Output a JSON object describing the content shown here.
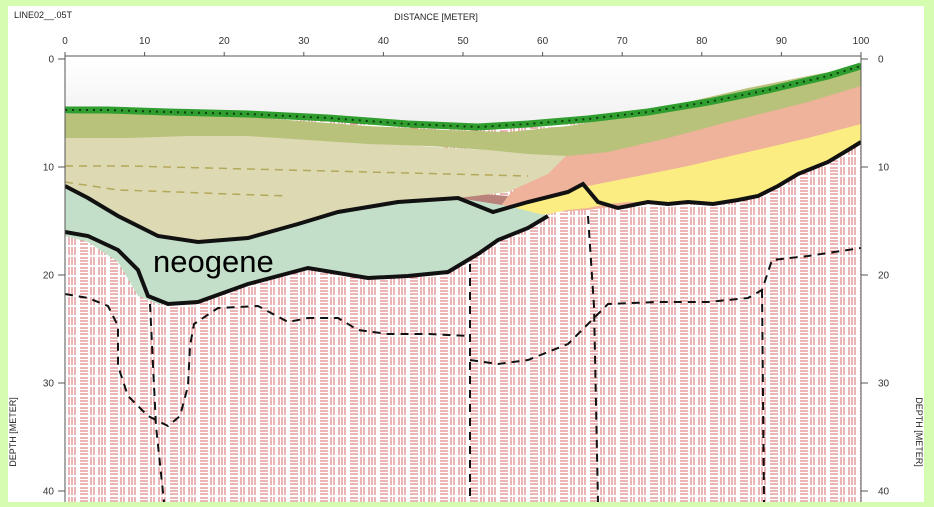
{
  "file_label": "LINE02__.05T",
  "x_axis_title": "DISTANCE [METER]",
  "y_axis_title_left": "DEPTH [METER]",
  "y_axis_title_right": "DEPTH [METER]",
  "geology_label": "neogene",
  "colors": {
    "background": "#d4fdb0",
    "topsoil": "#33cc33",
    "olive_layer": "#b9c27a",
    "khaki_layer": "#dcd9b3",
    "neogene_fill": "#c3dfc9",
    "salmon_layer": "#efb29a",
    "yellow_layer": "#fbed82",
    "brown_layer": "#b9827a",
    "bedrock_hatch": "#d96b6b",
    "boundary": "#111111"
  },
  "chart_data": {
    "type": "geologic-cross-section",
    "xlabel": "DISTANCE [METER]",
    "ylabel": "DEPTH [METER]",
    "xlim": [
      0,
      100
    ],
    "ylim": [
      0,
      42
    ],
    "x_ticks": [
      0,
      10,
      20,
      30,
      40,
      50,
      60,
      70,
      80,
      90,
      100
    ],
    "y_ticks": [
      0,
      10,
      20,
      30,
      40
    ],
    "units": [
      "neogene"
    ]
  }
}
